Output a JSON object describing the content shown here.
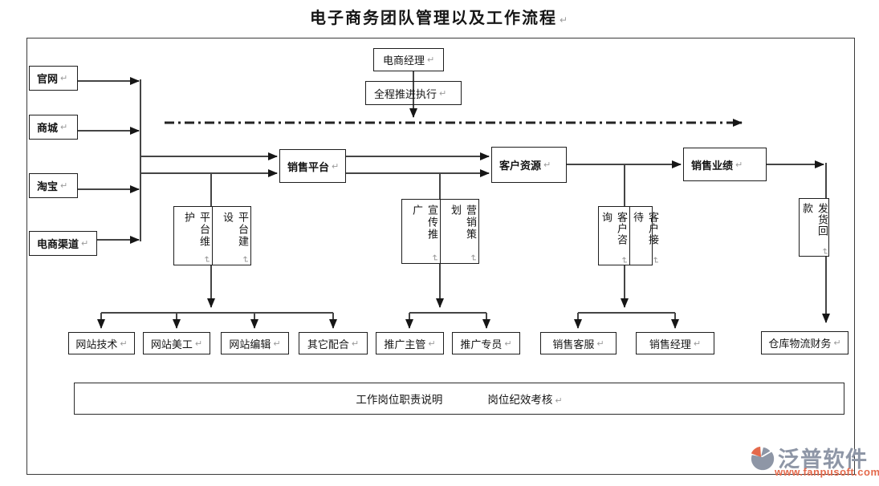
{
  "title": {
    "text": "电子商务团队管理以及工作流程"
  },
  "marks": {
    "return": "↵"
  },
  "channels": [
    {
      "label": "官网"
    },
    {
      "label": "商城"
    },
    {
      "label": "淘宝"
    },
    {
      "label": "电商渠道"
    }
  ],
  "management": {
    "manager": "电商经理",
    "execution": "全程推进执行"
  },
  "flow": {
    "sales_platform": "销售平台",
    "customer_resource": "客户资源",
    "sales_performance": "销售业绩"
  },
  "function_pairs": [
    {
      "left": "平台维护",
      "right": "平台建设"
    },
    {
      "left": "宣传推广",
      "right": "营销策划"
    },
    {
      "left": "客户咨询",
      "right": "客户接待"
    }
  ],
  "shipping_payment": "发货回款",
  "roles": [
    "网站技术",
    "网站美工",
    "网站编辑",
    "其它配合",
    "推广主管",
    "推广专员",
    "销售客服",
    "销售经理",
    "仓库物流财务"
  ],
  "footer": {
    "duty": "工作岗位职责说明",
    "assessment": "岗位纪效考核"
  },
  "watermark": {
    "brand": "泛普软件",
    "url": "www.fanpusoft.com"
  },
  "colors": {
    "line": "#454545",
    "arrow": "#161616",
    "brand_gray": "#8e96a6",
    "brand_orange": "#e4694b"
  }
}
